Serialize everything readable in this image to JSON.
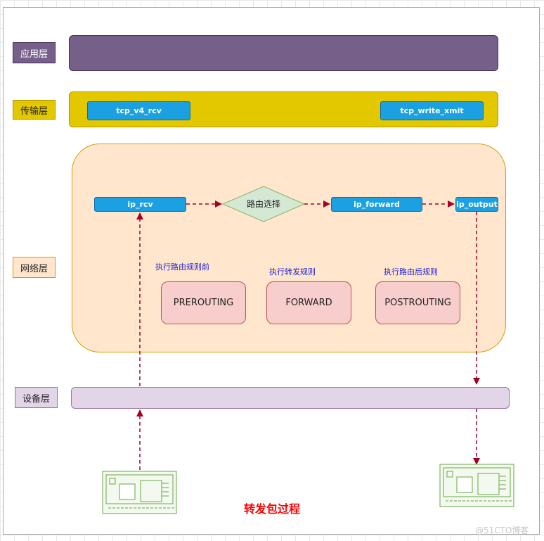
{
  "layers": {
    "application": "应用层",
    "transport": "传输层",
    "network": "网络层",
    "device": "设备层"
  },
  "functions": {
    "tcp_v4_rcv": "tcp_v4_rcv",
    "tcp_write_xmit": "tcp_write_xmit",
    "ip_rcv": "ip_rcv",
    "ip_forward": "ip_forward",
    "ip_output": "ip_output"
  },
  "decision": "路由选择",
  "notes": {
    "before_routing": "执行路由规则前",
    "forward_rule": "执行转发规则",
    "after_routing": "执行路由后规则"
  },
  "chains": {
    "prerouting": "PREROUTING",
    "forward": "FORWARD",
    "postrouting": "POSTROUTING"
  },
  "title": "转发包过程",
  "watermark": "@51CTO博客",
  "colors": {
    "application": "#76608a",
    "transport": "#e3c800",
    "network": "#ffe6cc",
    "device": "#e1d5e7",
    "function_box": "#1ba1e2",
    "decision": "#d5e8d4",
    "chain_box": "#f8cecc",
    "arrow": "#a20025",
    "note_text": "#1f1fd8",
    "title": "#ff0000",
    "nic_icon": "#82b366"
  }
}
